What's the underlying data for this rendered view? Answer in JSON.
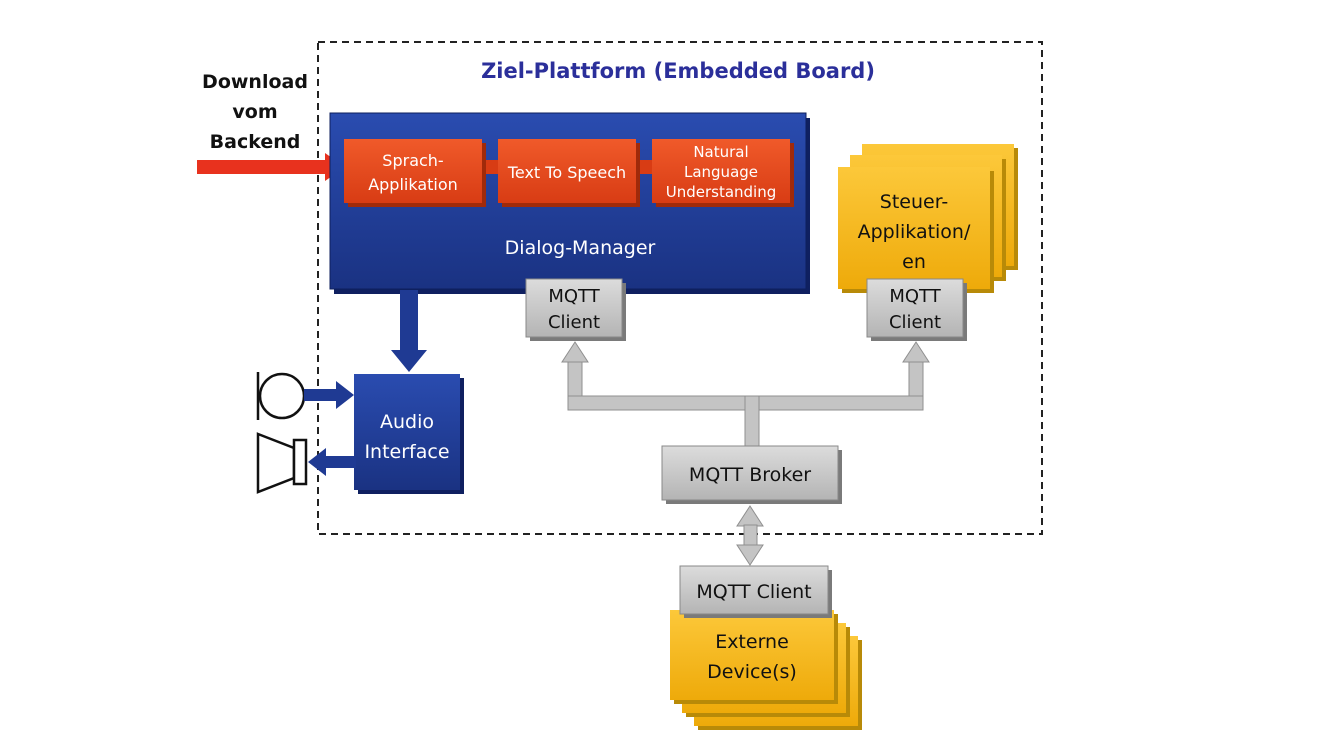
{
  "platform": {
    "title": "Ziel-Plattform (Embedded Board)"
  },
  "download": {
    "line1": "Download",
    "line2": "vom",
    "line3": "Backend"
  },
  "dialog_manager": {
    "label": "Dialog-Manager",
    "modules": {
      "sprach": {
        "line1": "Sprach-",
        "line2": "Applikation"
      },
      "tts": {
        "line1": "Text To Speech"
      },
      "nlu": {
        "line1": "Natural",
        "line2": "Language",
        "line3": "Understanding"
      }
    }
  },
  "steuer": {
    "line1": "Steuer-",
    "line2": "Applikation/",
    "line3": "en"
  },
  "mqtt_client_dialog": {
    "line1": "MQTT",
    "line2": "Client"
  },
  "mqtt_client_steuer": {
    "line1": "MQTT",
    "line2": "Client"
  },
  "audio_interface": {
    "line1": "Audio",
    "line2": "Interface"
  },
  "mqtt_broker": {
    "label": "MQTT Broker"
  },
  "mqtt_client_external": {
    "label": "MQTT Client"
  },
  "external_devices": {
    "line1": "Externe",
    "line2": "Device(s)"
  },
  "colors": {
    "blue": "#1f3a93",
    "orange": "#e8461e",
    "yellow": "#f6b912",
    "gray": "#c6c6c6",
    "title": "#2b2f9a",
    "download_arrow": "#e8321e"
  }
}
